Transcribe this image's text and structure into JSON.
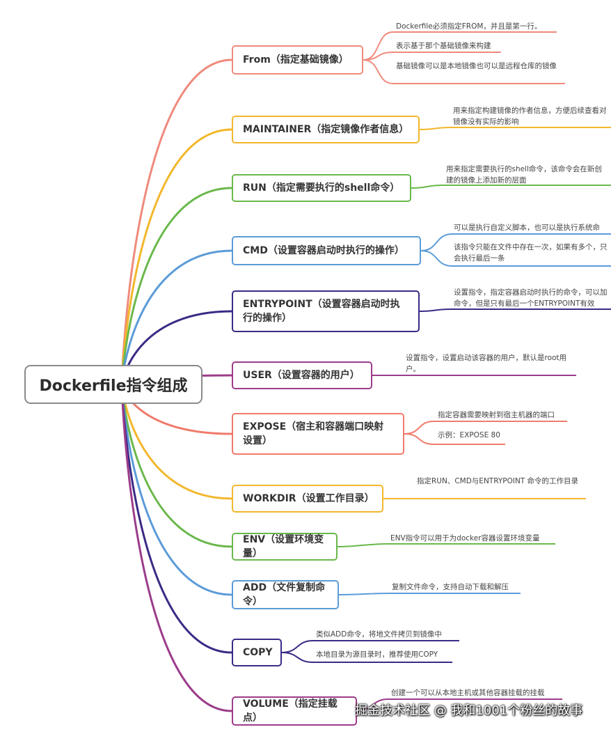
{
  "root": {
    "label": "Dockerfile指令组成"
  },
  "branches": [
    {
      "id": "from",
      "label": "From（指定基础镜像）",
      "color": "#ef8a7c",
      "notes": [
        "Dockerfile必须指定FROM，并且是第一行。",
        "表示基于那个基础镜像来构建",
        "基础镜像可以是本地镜像也可以是远程仓库的镜像"
      ]
    },
    {
      "id": "maintainer",
      "label": "MAINTAINER（指定镜像作者信息）",
      "color": "#f2b72c",
      "notes": [
        "用来指定构建镜像的作者信息，方便后续查看对镜像没有实际的影响"
      ]
    },
    {
      "id": "run",
      "label": "RUN（指定需要执行的shell命令）",
      "color": "#6ab84c",
      "notes": [
        "用来指定需要执行的shell命令，该命令会在新创建的镜像上添加新的层面"
      ]
    },
    {
      "id": "cmd",
      "label": "CMD（设置容器启动时执行的操作）",
      "color": "#5b9bd8",
      "notes": [
        "可以是执行自定义脚本，也可以是执行系统命",
        "该指令只能在文件中存在一次，如果有多个，只会执行最后一条"
      ]
    },
    {
      "id": "entrypoint",
      "label": "ENTRYPOINT（设置容器启动时执行的操作）",
      "color": "#3b2a85",
      "notes": [
        "设置指令，指定容器启动时执行的命令，可以加命令，但是只有最后一个ENTRYPOINT有效"
      ]
    },
    {
      "id": "user",
      "label": "USER（设置容器的用户）",
      "color": "#9c3c8a",
      "notes": [
        "设置指令，设置启动该容器的用户，默认是root用户。"
      ]
    },
    {
      "id": "expose",
      "label": "EXPOSE（宿主和容器端口映射设置）",
      "color": "#ef7b6c",
      "notes": [
        "指定容器需要映射到宿主机器的端口",
        "示例：EXPOSE 80"
      ]
    },
    {
      "id": "workdir",
      "label": "WORKDIR（设置工作目录）",
      "color": "#f2b72c",
      "notes": [
        "指定RUN、CMD与ENTRYPOINT 命令的工作目录"
      ]
    },
    {
      "id": "env",
      "label": "ENV（设置环境变量）",
      "color": "#6ab84c",
      "notes": [
        "ENV指令可以用于为docker容器设置环境变量"
      ]
    },
    {
      "id": "add",
      "label": "ADD（文件复制命令）",
      "color": "#5b9bd8",
      "notes": [
        "复制文件命令，支持自动下载和解压"
      ]
    },
    {
      "id": "copy",
      "label": "COPY",
      "color": "#3b2a85",
      "notes": [
        "类似ADD命令，将地文件拷贝到镜像中",
        "本地目录为源目录时，推荐使用COPY"
      ]
    },
    {
      "id": "volume",
      "label": "VOLUME（指定挂载点）",
      "color": "#9c3c8a",
      "notes": [
        "创建一个可以从本地主机或其他容器挂载的挂载"
      ]
    }
  ],
  "watermark": "掘金技术社区 @ 我和1001个粉丝的故事"
}
